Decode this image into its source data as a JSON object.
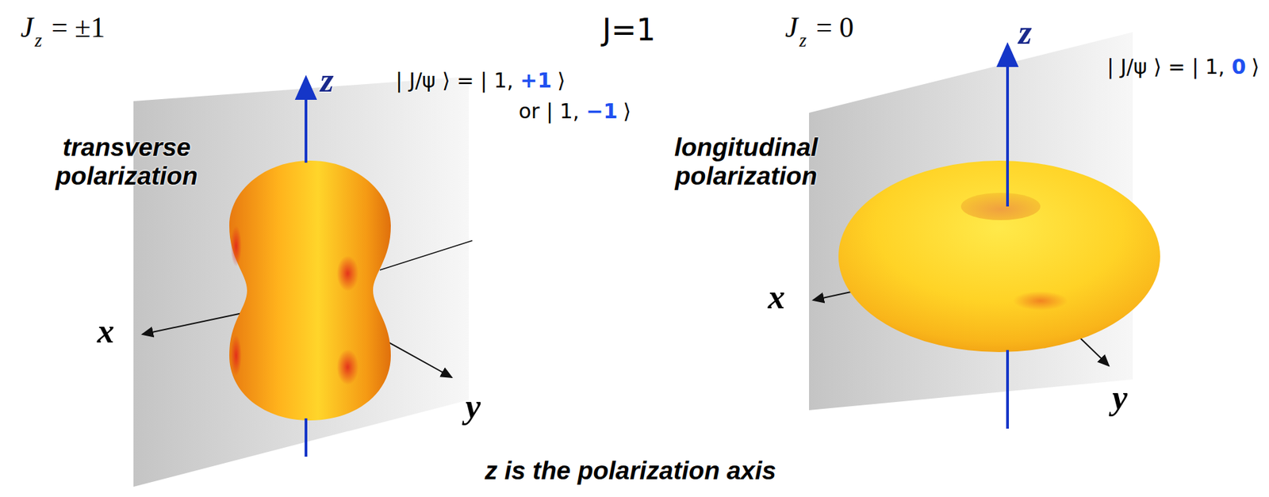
{
  "diagram": {
    "labels": [
      "J=1",
      "J",
      "z",
      "= ±1",
      "transverse polarization",
      "| J/ψ ⟩ = | 1,",
      "+1",
      "⟩",
      "or | 1,",
      "−1",
      "⟩",
      "z",
      "x",
      "y",
      "J",
      "z",
      "= 0",
      "longitudinal polarization",
      "| J/ψ ⟩ = | 1,",
      "0",
      "⟩",
      "z",
      "x",
      "y",
      "z is the polarization axis"
    ]
  }
}
